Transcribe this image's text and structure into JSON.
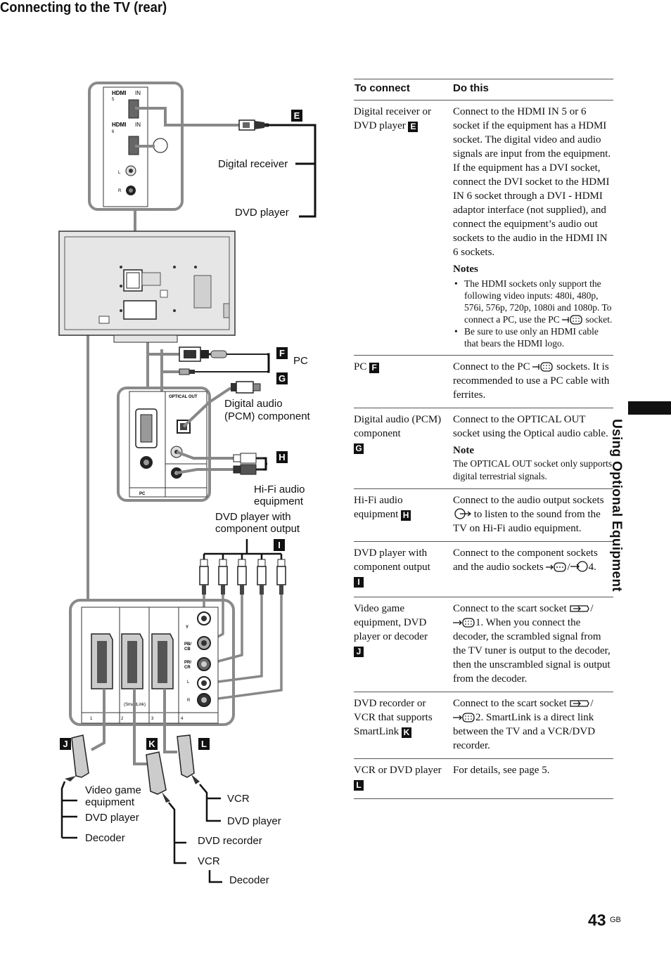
{
  "heading": "Connecting to the TV (rear)",
  "diagram": {
    "tags": {
      "E": "E",
      "F": "F",
      "G": "G",
      "H": "H",
      "I": "I",
      "J": "J",
      "K": "K",
      "L": "L"
    },
    "labels": {
      "digital_receiver": "Digital receiver",
      "dvd_player_top": "DVD player",
      "pc": "PC",
      "digital_audio": "Digital audio",
      "pcm_component": "(PCM) component",
      "hifi": "Hi-Fi audio",
      "hifi_equipment": "equipment",
      "dvd_comp_1": "DVD player with",
      "dvd_comp_2": "component output",
      "video_game_1": "Video game",
      "video_game_2": "equipment",
      "dvd_player_j": "DVD player",
      "decoder_j": "Decoder",
      "dvd_recorder_k": "DVD recorder",
      "vcr_k": "VCR",
      "decoder_k": "Decoder",
      "vcr_l": "VCR",
      "dvd_player_l": "DVD player"
    },
    "panel_text": {
      "hdmi": "HDMI",
      "in": "IN",
      "five": "5",
      "six": "6",
      "optical_out": "OPTICAL OUT",
      "pc": "PC",
      "y": "Y",
      "pb_cb": "PB/CB",
      "pr_cr": "PR/CR",
      "smartlink": "(SmartLink)",
      "s1": "1",
      "s2": "2",
      "s3": "3",
      "s4": "4"
    }
  },
  "table": {
    "col1": "To connect",
    "col2": "Do this",
    "rows": [
      {
        "what": "Digital receiver or DVD player",
        "tag": "E",
        "do": "Connect to the HDMI IN 5 or 6 socket if the equipment has a HDMI socket. The digital video and audio signals are input from the equipment. If the equipment has a DVI socket, connect the DVI socket to the HDMI IN 6 socket through a DVI - HDMI adaptor interface (not supplied), and connect the equipment’s audio out sockets to the audio in the HDMI IN 6 sockets.",
        "notes_title": "Notes",
        "note1a": "The HDMI sockets only support the following video inputs: 480i, 480p, 576i, 576p, 720p, 1080i and 1080p. To connect a PC, use the PC",
        "note1b": "socket.",
        "note2": "Be sure to use only an HDMI cable that bears the HDMI logo."
      },
      {
        "what": "PC",
        "tag": "F",
        "do_a": "Connect to the PC",
        "do_b": "sockets. It is recommended to use a PC cable with ferrites."
      },
      {
        "what": "Digital audio (PCM) component",
        "tag": "G",
        "do": "Connect to the OPTICAL OUT socket using the Optical audio cable.",
        "note_title": "Note",
        "note": "The OPTICAL OUT socket only supports digital terrestrial signals."
      },
      {
        "what": "Hi-Fi audio equipment",
        "tag": "H",
        "do_a": "Connect to the audio output sockets",
        "do_b": "to listen to the sound from the TV on Hi-Fi audio equipment."
      },
      {
        "what": "DVD player with component output",
        "tag": "I",
        "do_a": "Connect to the component sockets and the audio sockets",
        "do_b": "4."
      },
      {
        "what": "Video game equipment, DVD player or decoder",
        "tag": "J",
        "do_a": "Connect to the scart socket",
        "do_b": "1. When you connect the decoder, the scrambled signal from the TV tuner is output to the decoder, then the unscrambled signal is output from the decoder."
      },
      {
        "what": "DVD recorder or VCR that supports SmartLink",
        "tag": "K",
        "do_a": "Connect to the scart socket",
        "do_b": "2. SmartLink is a direct link between the TV and a VCR/DVD recorder."
      },
      {
        "what": "VCR or DVD player",
        "tag": "L",
        "do": "For details, see page 5."
      }
    ]
  },
  "side_tab": "Using Optional Equipment",
  "page_number": "43",
  "page_suffix": "GB"
}
